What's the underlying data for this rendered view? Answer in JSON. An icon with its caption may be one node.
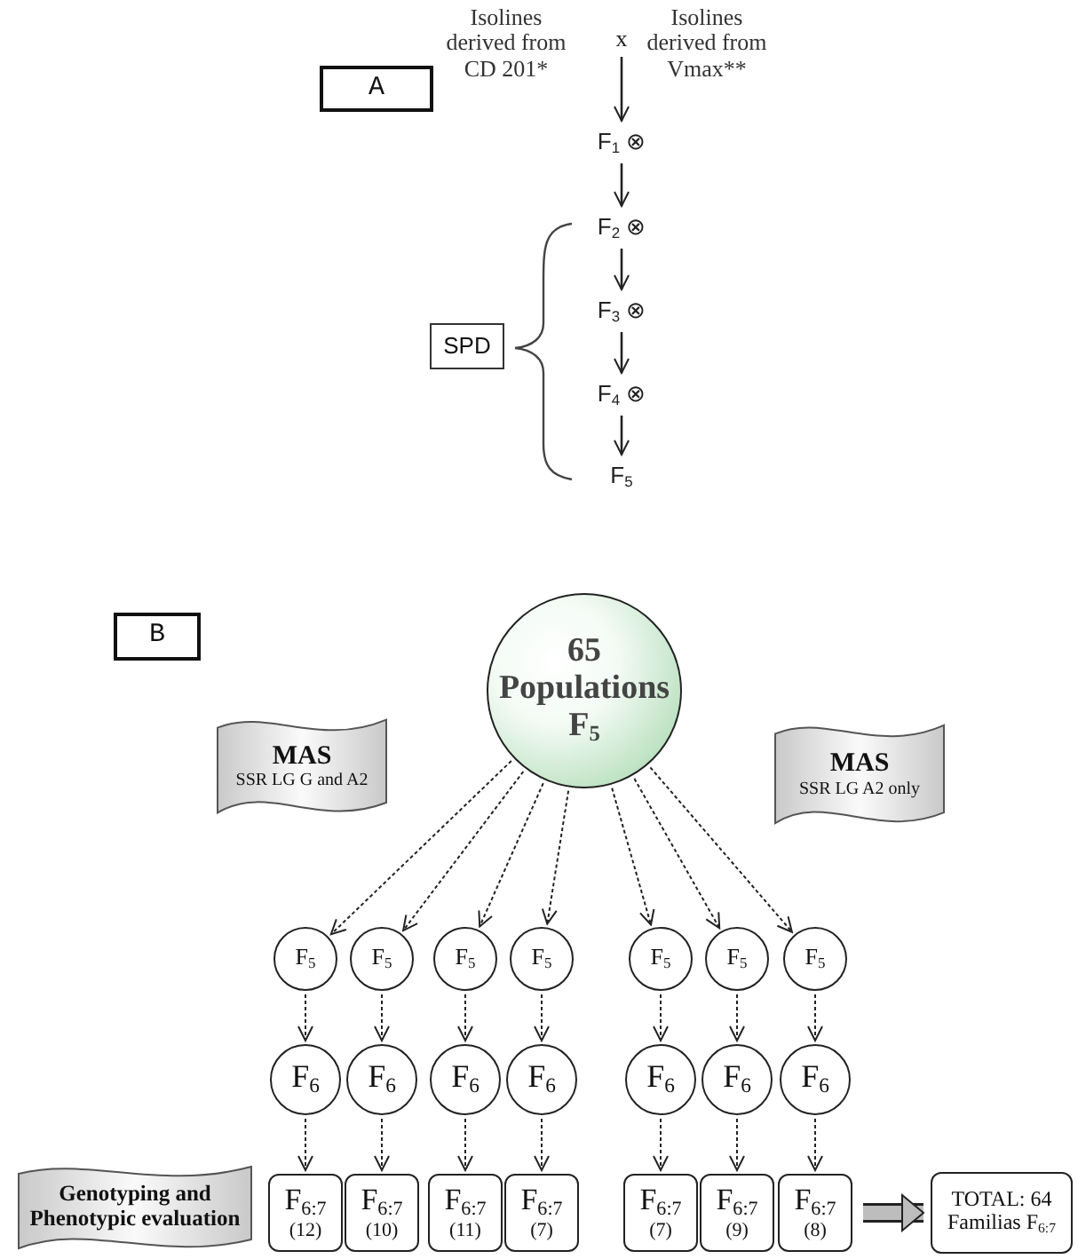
{
  "diagram": {
    "nodes": [
      {
        "text": [
          "A"
        ]
      },
      {
        "text": [
          "Isolines derived from CD 201*"
        ]
      },
      {
        "text": [
          "x"
        ]
      },
      {
        "text": [
          "Isolines derived from Vmax**"
        ]
      },
      {
        "text": [
          "F$_{1}$ ⊗"
        ]
      },
      {
        "text": [
          "F$_{2}$ ⊗"
        ]
      },
      {
        "text": [
          "F$_{3}$ ⊗"
        ]
      },
      {
        "text": [
          "F$_{4}$ ⊗"
        ]
      },
      {
        "text": [
          "F$_{5}$"
        ]
      },
      {
        "text": [
          "SPD"
        ]
      },
      {
        "text": [
          "B"
        ]
      },
      {
        "text": [
          "MAS",
          "SSR LG G and A2"
        ]
      },
      {
        "text": [
          "65 Populations F$_{5}$"
        ]
      },
      {
        "text": [
          "MAS",
          "SSR LG A2 only"
        ]
      },
      {
        "text": [
          "F$_{5}$"
        ]
      },
      {
        "text": [
          "F$_{5}$"
        ]
      },
      {
        "text": [
          "F$_{5}$"
        ]
      },
      {
        "text": [
          "F$_{5}$"
        ]
      },
      {
        "text": [
          "F$_{5}$"
        ]
      },
      {
        "text": [
          "F$_{5}$"
        ]
      },
      {
        "text": [
          "F$_{5}$"
        ]
      },
      {
        "text": [
          "F$_{6}$"
        ]
      },
      {
        "text": [
          "F$_{6}$"
        ]
      },
      {
        "text": [
          "F$_{6}$"
        ]
      },
      {
        "text": [
          "F$_{6}$"
        ]
      },
      {
        "text": [
          "F$_{6}$"
        ]
      },
      {
        "text": [
          "F$_{6}$"
        ]
      },
      {
        "text": [
          "F$_{6}$"
        ]
      },
      {
        "text": [
          "Genotyping and Phenotypic evaluation"
        ]
      },
      {
        "text": [
          "F$_{6:7}$",
          "(12)"
        ]
      },
      {
        "text": [
          "F$_{6:7}$",
          "(10)"
        ]
      },
      {
        "text": [
          "F$_{6:7}$",
          "(11)"
        ]
      },
      {
        "text": [
          "F$_{6:7}$",
          "(7)"
        ]
      },
      {
        "text": [
          "F$_{6:7}$",
          "(7)"
        ]
      },
      {
        "text": [
          "F$_{6:7}$",
          "(9)"
        ]
      },
      {
        "text": [
          "F$_{6:7}$",
          "(8)"
        ]
      },
      {
        "text": [
          "TOTAL: 64 Familias F$_{6:7}$"
        ]
      }
    ],
    "edges": [
      {
        "from": 2,
        "to": 4,
        "arrow": "to"
      },
      {
        "from": 4,
        "to": 5,
        "arrow": "to"
      },
      {
        "from": 5,
        "to": 6,
        "arrow": "to"
      },
      {
        "from": 6,
        "to": 7,
        "arrow": "to"
      },
      {
        "from": 7,
        "to": 8,
        "arrow": "to"
      },
      {
        "from": 12,
        "to": 14,
        "arrow": "to",
        "style": "dashed"
      },
      {
        "from": 12,
        "to": 15,
        "arrow": "to",
        "style": "dashed"
      },
      {
        "from": 12,
        "to": 16,
        "arrow": "to",
        "style": "dashed"
      },
      {
        "from": 12,
        "to": 17,
        "arrow": "to",
        "style": "dashed"
      },
      {
        "from": 12,
        "to": 18,
        "arrow": "to",
        "style": "dashed"
      },
      {
        "from": 12,
        "to": 19,
        "arrow": "to",
        "style": "dashed"
      },
      {
        "from": 12,
        "to": 20,
        "arrow": "to",
        "style": "dashed"
      },
      {
        "from": 14,
        "to": 21,
        "arrow": "to",
        "style": "dashed"
      },
      {
        "from": 15,
        "to": 22,
        "arrow": "to",
        "style": "dashed"
      },
      {
        "from": 16,
        "to": 23,
        "arrow": "to",
        "style": "dashed"
      },
      {
        "from": 17,
        "to": 24,
        "arrow": "to",
        "style": "dashed"
      },
      {
        "from": 18,
        "to": 25,
        "arrow": "to",
        "style": "dashed"
      },
      {
        "from": 19,
        "to": 26,
        "arrow": "to",
        "style": "dashed"
      },
      {
        "from": 20,
        "to": 27,
        "arrow": "to",
        "style": "dashed"
      },
      {
        "from": 21,
        "to": 29,
        "arrow": "to",
        "style": "dashed"
      },
      {
        "from": 22,
        "to": 30,
        "arrow": "to",
        "style": "dashed"
      },
      {
        "from": 23,
        "to": 31,
        "arrow": "to",
        "style": "dashed"
      },
      {
        "from": 24,
        "to": 32,
        "arrow": "to",
        "style": "dashed"
      },
      {
        "from": 25,
        "to": 33,
        "arrow": "to",
        "style": "dashed"
      },
      {
        "from": 26,
        "to": 34,
        "arrow": "to",
        "style": "dashed"
      },
      {
        "from": 27,
        "to": 35,
        "arrow": "to",
        "style": "dashed"
      },
      {
        "from": 35,
        "to": 36,
        "arrow": "to",
        "style": "thick",
        "color": "#bdbdbd"
      }
    ]
  }
}
